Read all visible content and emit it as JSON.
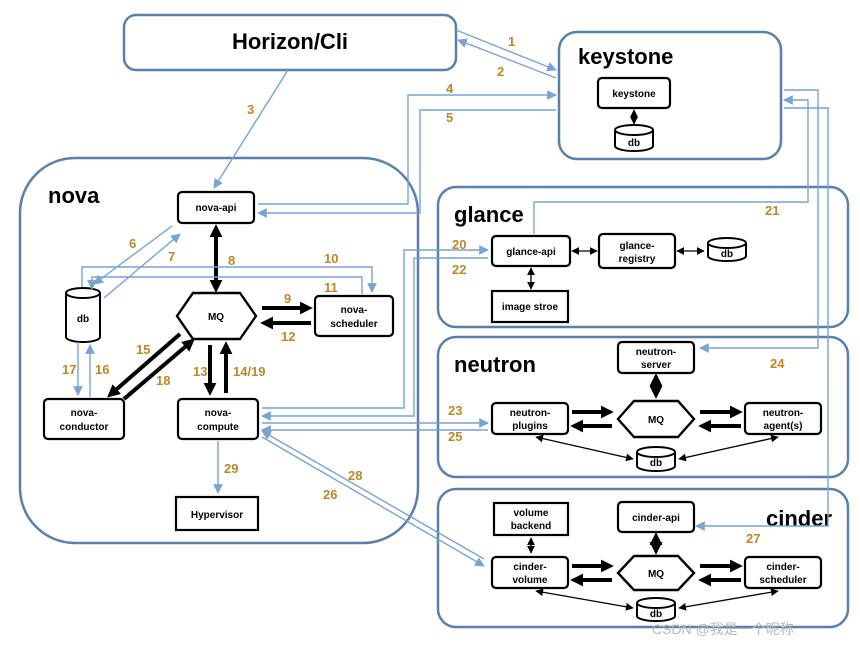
{
  "diagram": {
    "top": {
      "horizon": "Horizon/Cli"
    },
    "groups": {
      "keystone": "keystone",
      "nova": "nova",
      "glance": "glance",
      "neutron": "neutron",
      "cinder": "cinder"
    },
    "nodes": {
      "keystone_inner": "keystone",
      "keystone_db": "db",
      "nova_api": "nova-api",
      "nova_db": "db",
      "mq": "MQ",
      "nova_scheduler_1": "nova-",
      "nova_scheduler_2": "scheduler",
      "nova_conductor_1": "nova-",
      "nova_conductor_2": "conductor",
      "nova_compute_1": "nova-",
      "nova_compute_2": "compute",
      "hypervisor": "Hypervisor",
      "glance_api": "glance-api",
      "glance_registry_1": "glance-",
      "glance_registry_2": "registry",
      "glance_db": "db",
      "image_store": "image stroe",
      "neutron_server_1": "neutron-",
      "neutron_server_2": "server",
      "neutron_plugins_1": "neutron-",
      "neutron_plugins_2": "plugins",
      "neutron_mq": "MQ",
      "neutron_agent_1": "neutron-",
      "neutron_agent_2": "agent(s)",
      "neutron_db": "db",
      "volume_backend_1": "volume",
      "volume_backend_2": "backend",
      "cinder_api": "cinder-api",
      "cinder_volume_1": "cinder-",
      "cinder_volume_2": "volume",
      "cinder_mq": "MQ",
      "cinder_scheduler_1": "cinder-",
      "cinder_scheduler_2": "scheduler",
      "cinder_db": "db"
    },
    "steps": {
      "s1": "1",
      "s2": "2",
      "s3": "3",
      "s4": "4",
      "s5": "5",
      "s6": "6",
      "s7": "7",
      "s8": "8",
      "s9": "9",
      "s10": "10",
      "s11": "11",
      "s12": "12",
      "s13": "13",
      "s14": "14/19",
      "s15": "15",
      "s16": "16",
      "s17": "17",
      "s18": "18",
      "s20": "20",
      "s21": "21",
      "s22": "22",
      "s23": "23",
      "s24": "24",
      "s25": "25",
      "s26": "26",
      "s27": "27",
      "s28": "28",
      "s29": "29"
    },
    "watermark": "CSDN @我是一个昵称"
  }
}
